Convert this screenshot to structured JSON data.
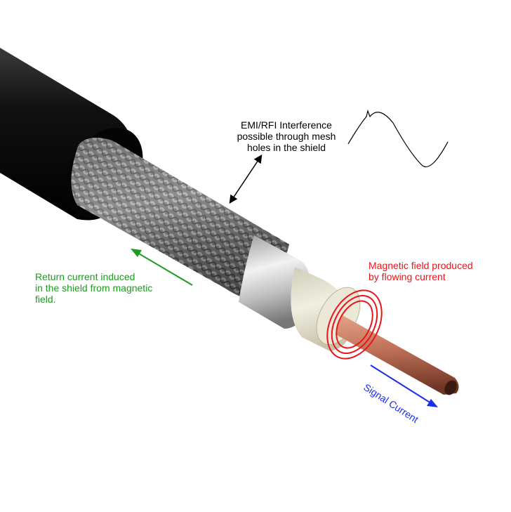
{
  "labels": {
    "emi": [
      "EMI/RFI Interference",
      "possible through mesh",
      "holes in the shield"
    ],
    "magnetic": [
      "Magnetic field produced",
      "by flowing current"
    ],
    "return_current": [
      "Return current induced",
      "in the shield from magnetic",
      "field."
    ],
    "signal": "Signal Current"
  },
  "colors": {
    "magnetic": "#e8161a",
    "return_current": "#1f9a1f",
    "signal": "#1a2fe6",
    "jacket": "#0b0b0b",
    "copper": "#b5634a",
    "dielectric": "#e8e6d6"
  }
}
